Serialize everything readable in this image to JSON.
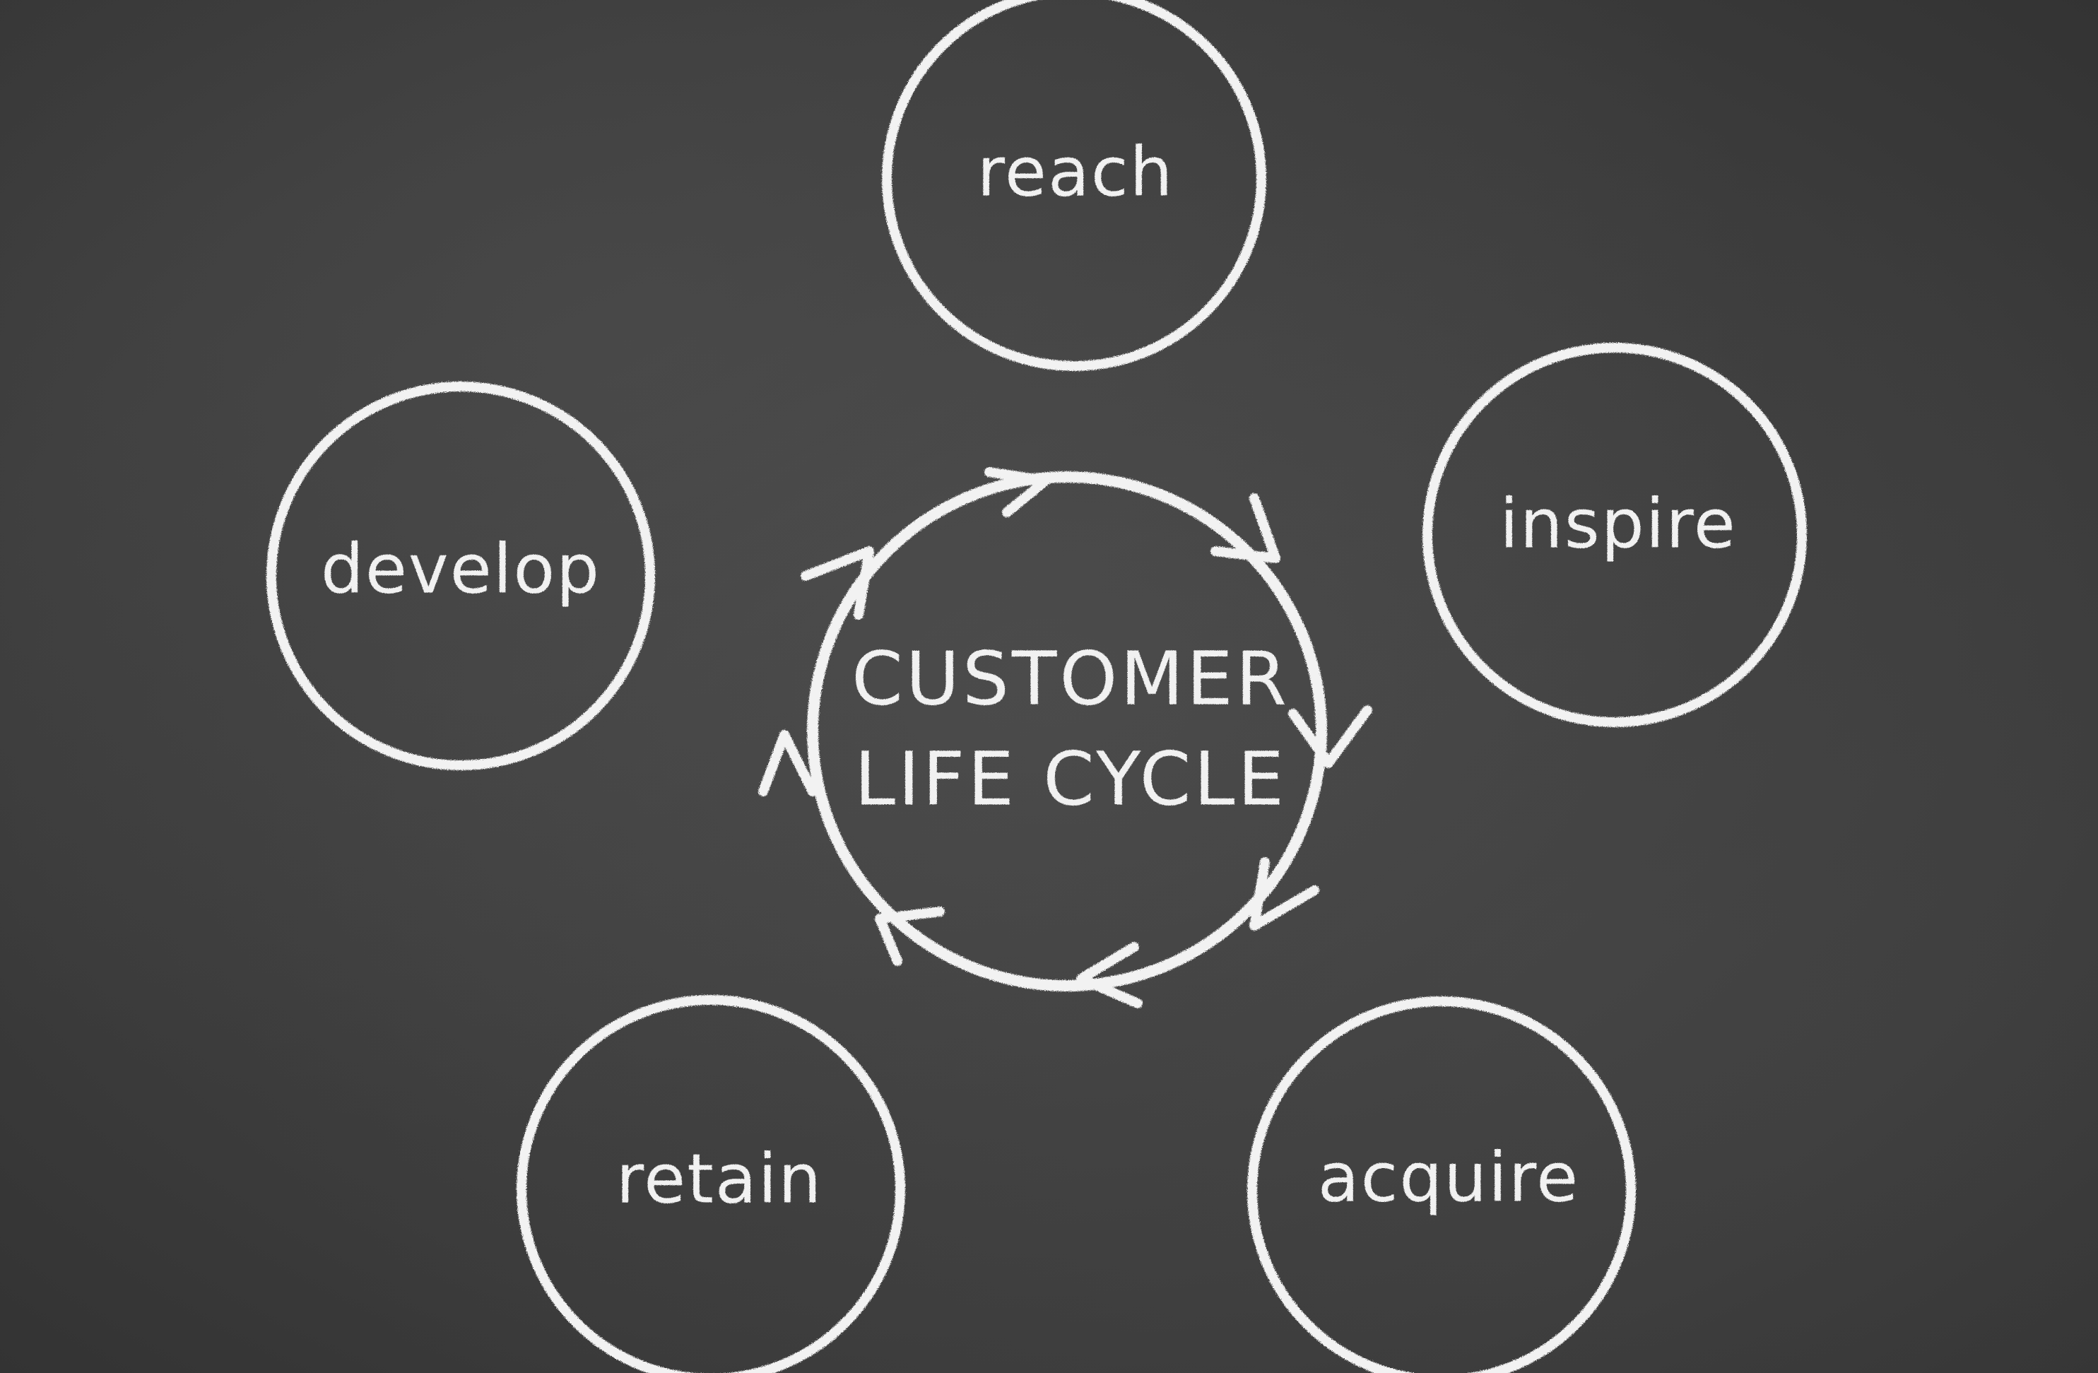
{
  "center": {
    "line1": "CUSTOMER",
    "line2": "LIFE CYCLE"
  },
  "stages": [
    {
      "id": "reach",
      "label": "reach"
    },
    {
      "id": "inspire",
      "label": "inspire"
    },
    {
      "id": "acquire",
      "label": "acquire"
    },
    {
      "id": "retain",
      "label": "retain"
    },
    {
      "id": "develop",
      "label": "develop"
    }
  ],
  "colors": {
    "board": "#3f3f3f",
    "chalk": "#f2f2f2"
  }
}
